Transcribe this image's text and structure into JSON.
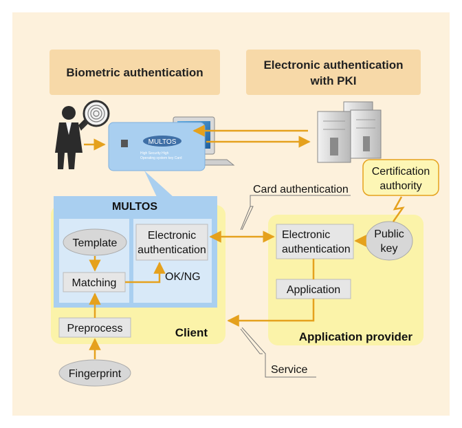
{
  "headings": {
    "biometric": "Biometric authentication",
    "pki_line1": "Electronic authentication",
    "pki_line2": "with PKI"
  },
  "smart_card": {
    "label": "MULTOS",
    "subtext_line1": "High Security High",
    "subtext_line2": "Operating system key Card"
  },
  "multos_panel": {
    "title": "MULTOS"
  },
  "client": {
    "title": "Client",
    "template": "Template",
    "matching": "Matching",
    "e_auth_line1": "Electronic",
    "e_auth_line2": "authentication",
    "result": "OK/NG",
    "preprocess": "Preprocess",
    "fingerprint": "Fingerprint"
  },
  "provider": {
    "title": "Application provider",
    "e_auth_line1": "Electronic",
    "e_auth_line2": "authentication",
    "application": "Application",
    "public_key_line1": "Public",
    "public_key_line2": "key"
  },
  "certification": {
    "line1": "Certification",
    "line2": "authority"
  },
  "callouts": {
    "card_authentication": "Card authentication",
    "service": "Service"
  },
  "colors": {
    "background": "#fdf1dc",
    "heading_box": "#f7d9a8",
    "client_zone": "#fbf3a9",
    "multos_panel": "#a9cff0",
    "multos_inner": "#d8e9f8",
    "node_box": "#e6e6e6",
    "oval": "#d7d7d7",
    "arrow": "#e5a11d",
    "cert_box": "#fdf6b5"
  }
}
